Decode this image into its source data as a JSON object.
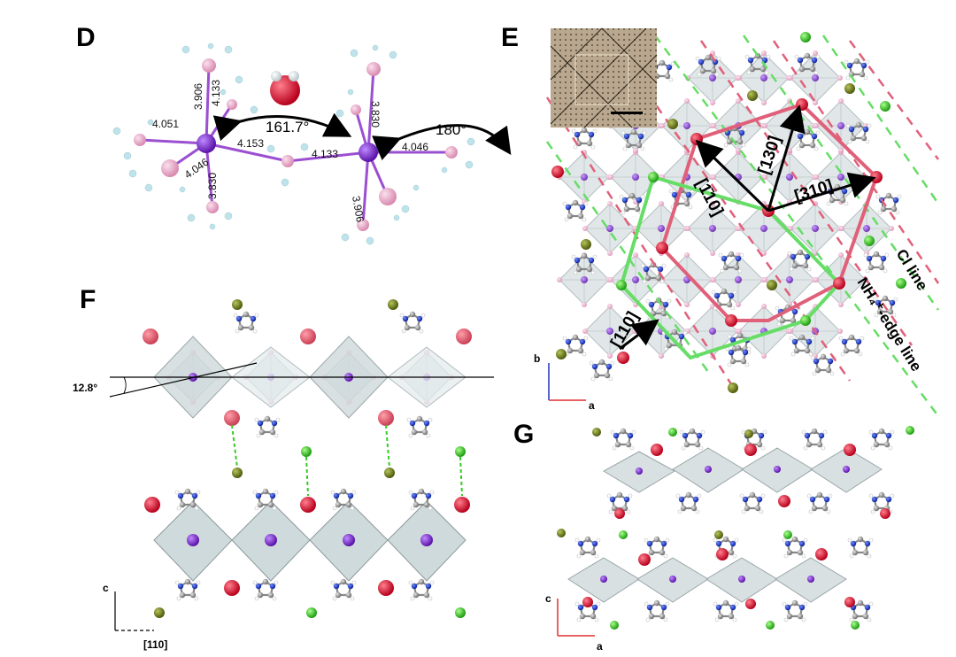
{
  "panels": {
    "D": {
      "letter": "D",
      "distances": [
        "3.906",
        "4.133",
        "4.051",
        "4.153",
        "4.046",
        "3.830",
        "4.133",
        "3.830",
        "4.046",
        "3.906"
      ],
      "angle_left": "161.7°",
      "angle_right": "180°"
    },
    "E": {
      "letter": "E",
      "directions": [
        "[1̄10]",
        "[130]",
        "[310]",
        "[110]"
      ],
      "cl_line": "Cl line",
      "nh4_line": "NH₄⁺-edge line",
      "axis_b": "b",
      "axis_a": "a"
    },
    "F": {
      "letter": "F",
      "tilt": "12.8°",
      "axis_c": "c",
      "axis_110": "[110]"
    },
    "G": {
      "letter": "G",
      "axis_c": "c",
      "axis_a": "a"
    }
  },
  "colors": {
    "pink_line": "#e0607a",
    "green_line": "#66dd66",
    "octahedron": "#c7d3d6",
    "iodide": "#e8a8c8",
    "lead": "#7a28c8",
    "nitrogen": "#1a3fd0",
    "carbon": "#8c8c8c",
    "chlorine": "#33cc22",
    "olive": "#6b7a1a",
    "oxygen": "#e0203a"
  }
}
